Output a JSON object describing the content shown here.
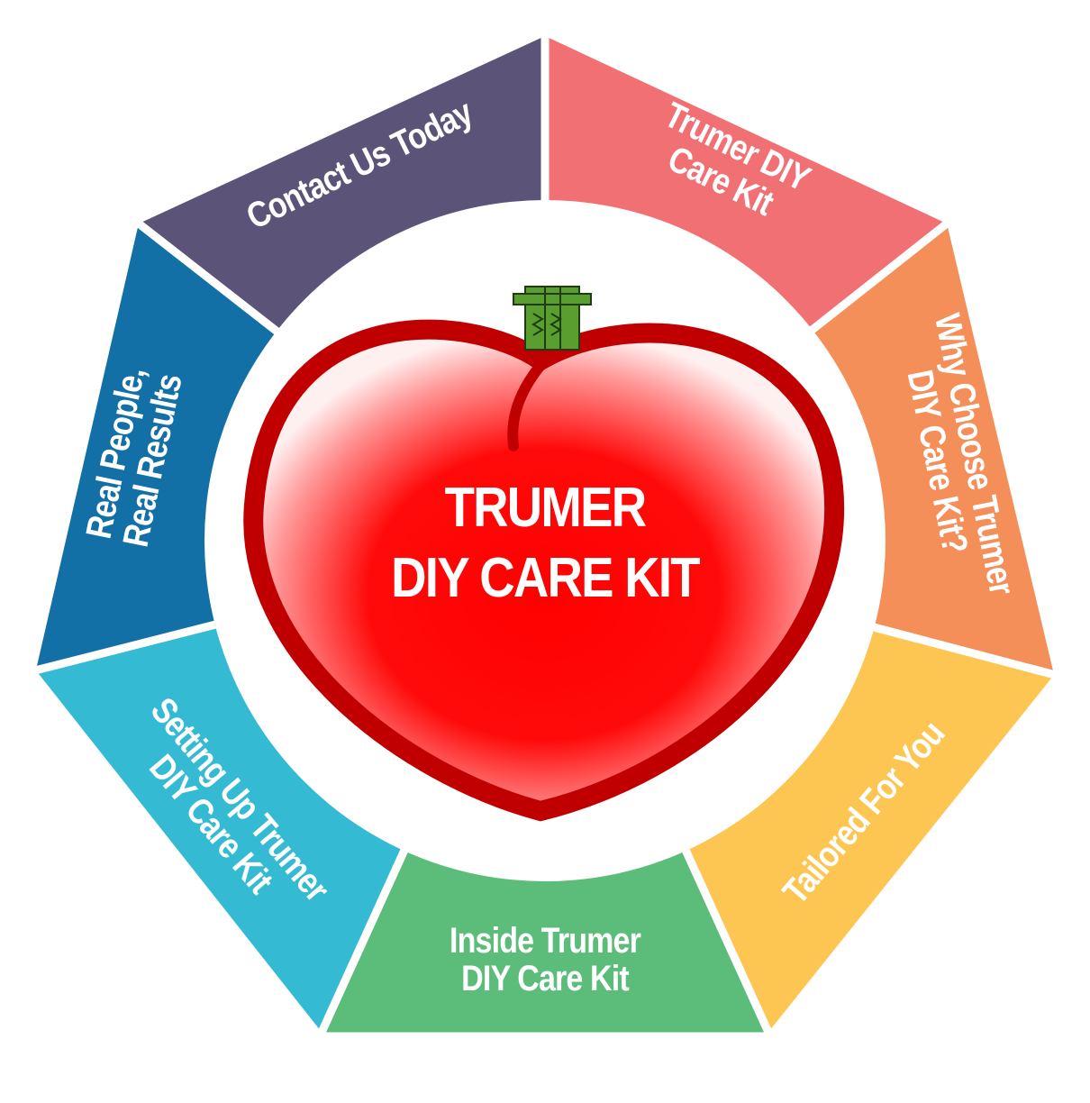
{
  "center": {
    "line1": "TRUMER",
    "line2": "DIY CARE KIT"
  },
  "segments": [
    {
      "label": "Contact Us Today",
      "color": "#5c5478"
    },
    {
      "label": "Trumer DIY\nCare Kit",
      "color": "#f07074"
    },
    {
      "label": "Why Choose Trumer\nDIY Care Kit?",
      "color": "#f58f5a"
    },
    {
      "label": "Tailored For You",
      "color": "#fdc652"
    },
    {
      "label": "Inside Trumer\nDIY Care Kit",
      "color": "#5cbd7a"
    },
    {
      "label": "Setting Up Trumer\nDIY Care Kit",
      "color": "#35bad3"
    },
    {
      "label": "Real People,\nReal Results",
      "color": "#1270a6"
    }
  ],
  "heart": {
    "fill": "#ff0000",
    "outline": "#c00000",
    "stem": "#5a9e2f"
  }
}
